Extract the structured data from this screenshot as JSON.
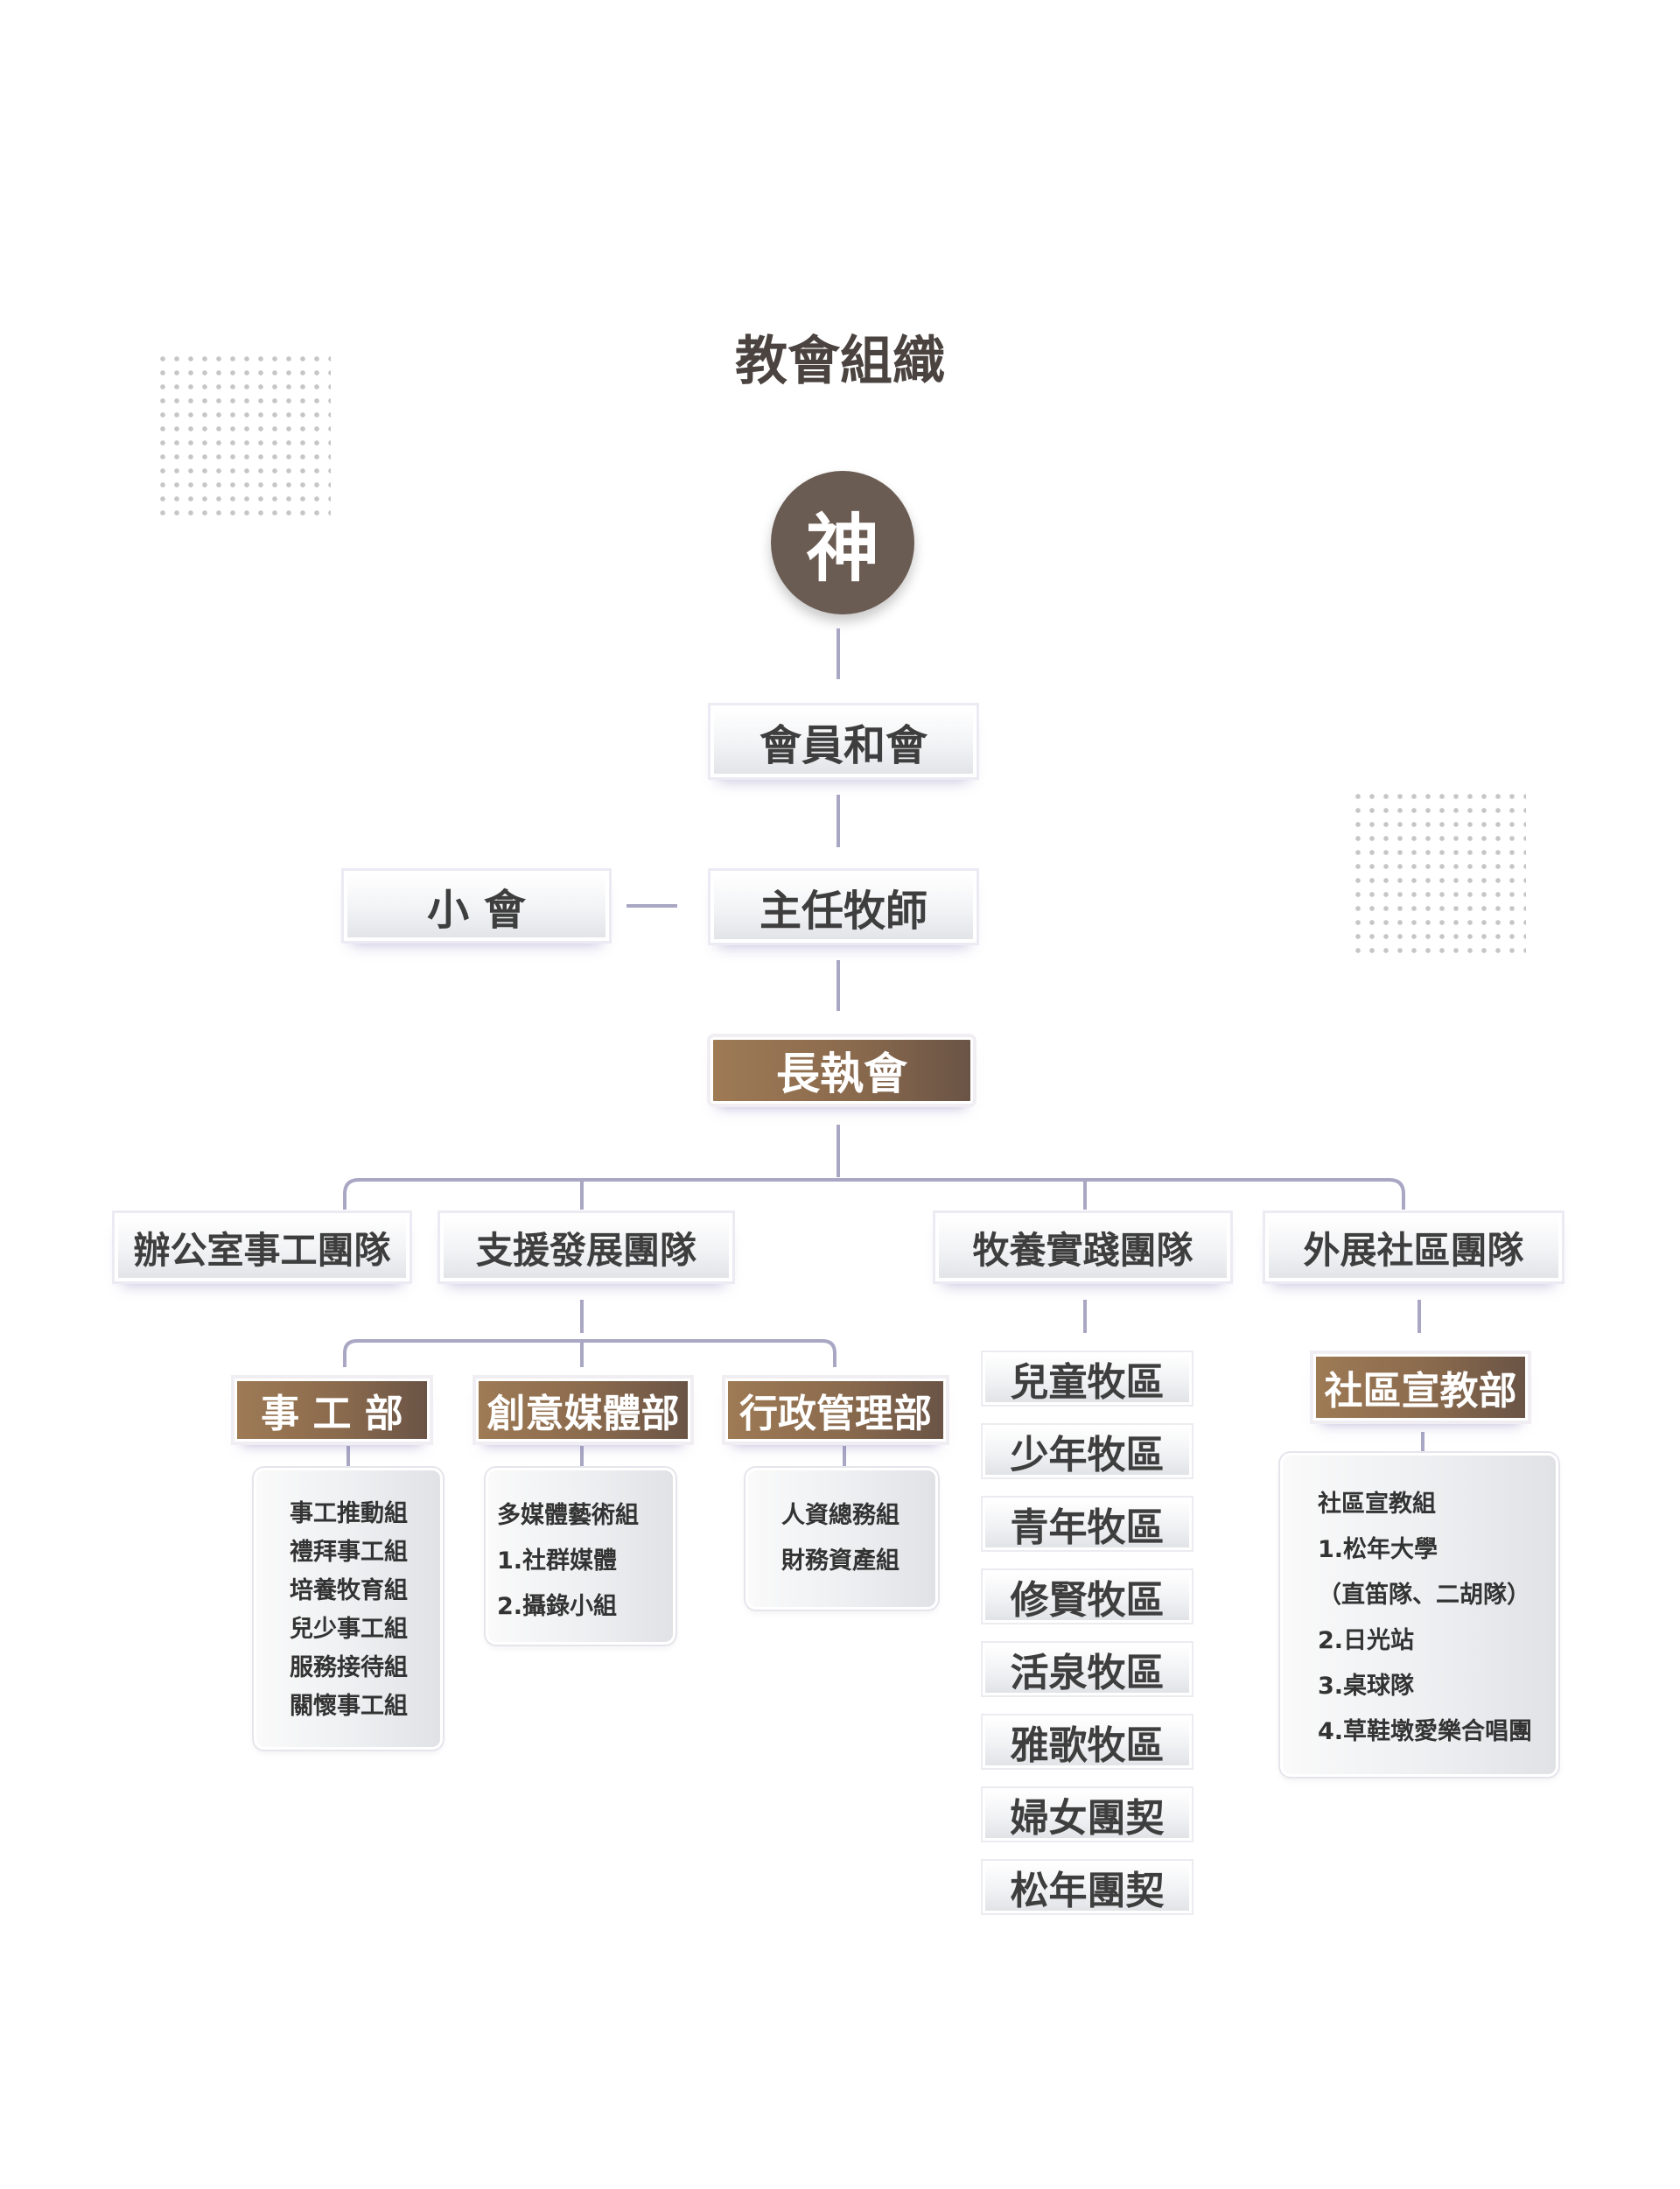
{
  "title": "教會組織",
  "root": "神",
  "level1": "會員和會",
  "senior_pastor": "主任牧師",
  "session": "小 會",
  "board": "長執會",
  "teams": {
    "office": "辦公室事工團隊",
    "support": "支援發展團隊",
    "pastoral": "牧養實踐團隊",
    "outreach": "外展社區團隊"
  },
  "departments": {
    "ministry": {
      "name": "事 工 部",
      "items": [
        "事工推動組",
        "禮拜事工組",
        "培養牧育組",
        "兒少事工組",
        "服務接待組",
        "關懷事工組"
      ]
    },
    "media": {
      "name": "創意媒體部",
      "items": [
        "多媒體藝術組",
        "1.社群媒體",
        "2.攝錄小組"
      ]
    },
    "admin": {
      "name": "行政管理部",
      "items": [
        "人資總務組",
        "財務資產組"
      ]
    },
    "community": {
      "name": "社區宣教部",
      "items": [
        "社區宣教組",
        "1.松年大學",
        "（直笛隊、二胡隊）",
        "2.日光站",
        "3.桌球隊",
        "4.草鞋墩愛樂合唱團"
      ]
    }
  },
  "pastoral_districts": [
    "兒童牧區",
    "少年牧區",
    "青年牧區",
    "修賢牧區",
    "活泉牧區",
    "雅歌牧區",
    "婦女團契",
    "松年團契"
  ],
  "colors": {
    "brown_gradient_start": "#9e7a55",
    "brown_gradient_end": "#6a5446",
    "circle": "#6b5c53",
    "connector": "#a9a7c4",
    "title_text": "#4a4340"
  }
}
